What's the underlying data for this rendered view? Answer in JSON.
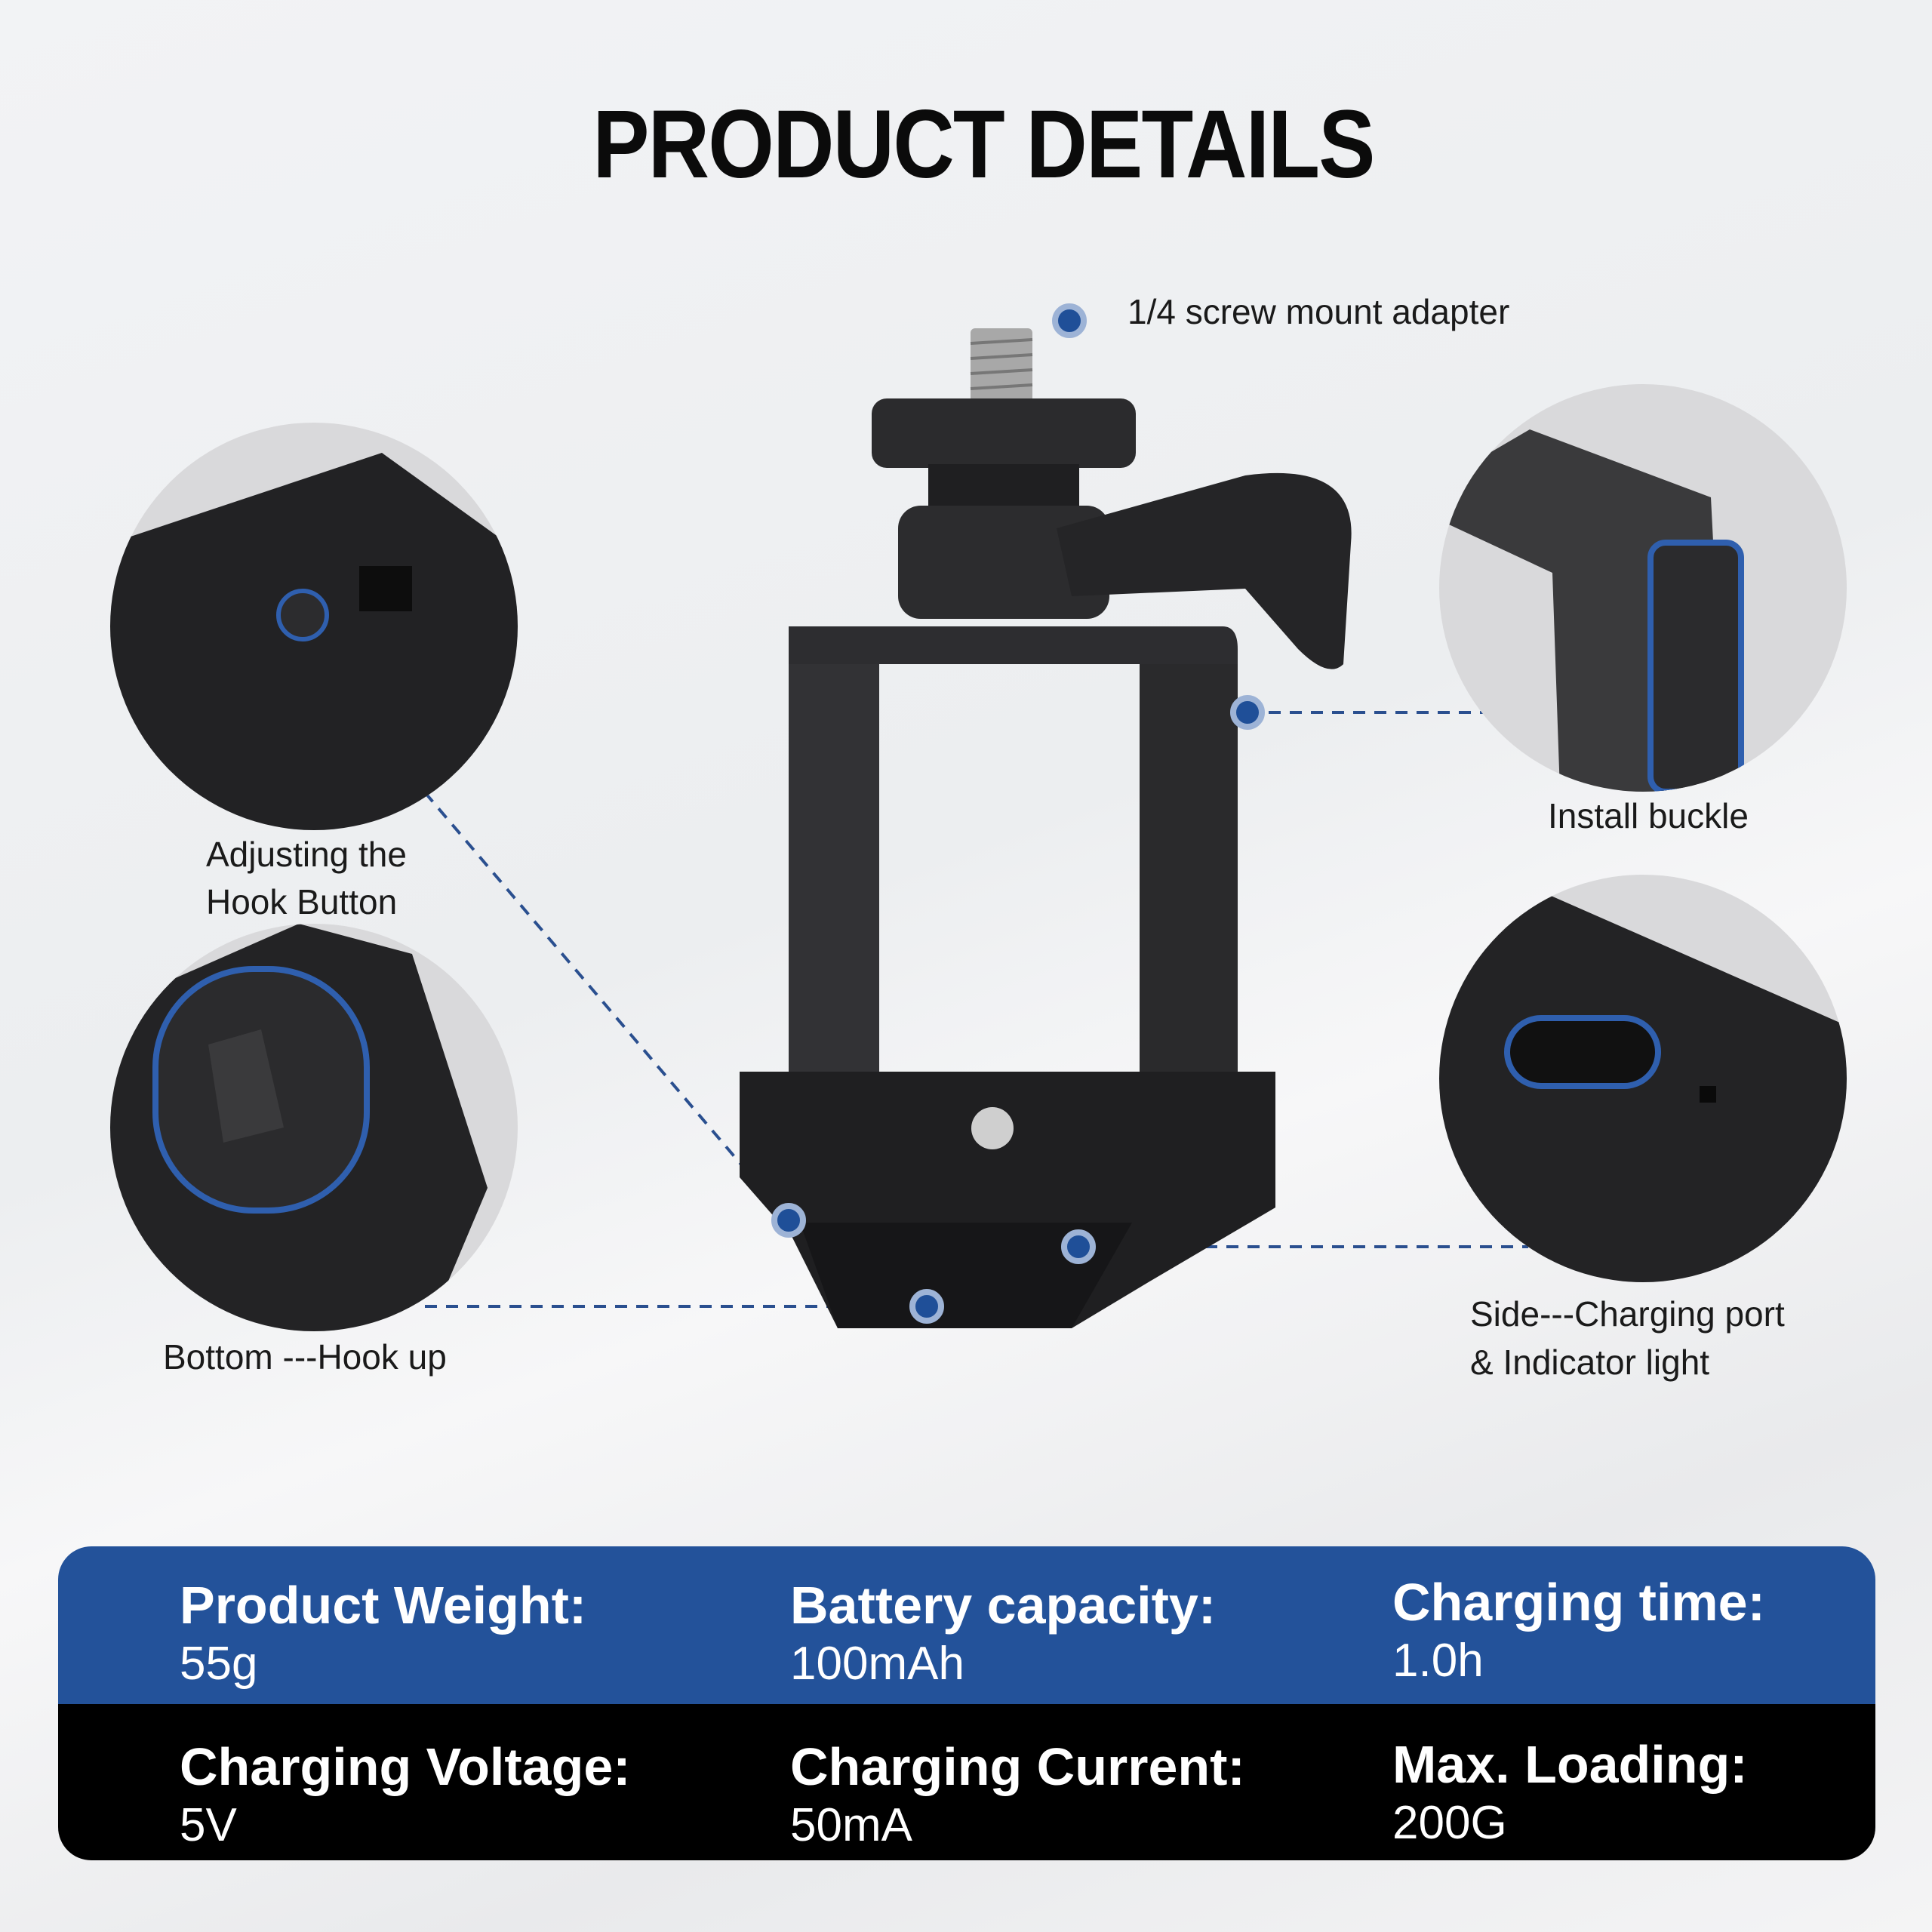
{
  "title": "PRODUCT DETAILS",
  "callouts": {
    "screw": "1/4 screw mount adapter",
    "hook_button_line1": "Adjusting the",
    "hook_button_line2": "Hook Button",
    "bottom": "Bottom ---Hook up",
    "buckle": "Install buckle",
    "side_line1": "Side---Charging port",
    "side_line2": "& Indicator light"
  },
  "specs": [
    [
      {
        "label": "Product Weight:",
        "value": "55g"
      },
      {
        "label": "Battery capacity:",
        "value": "100mAh"
      },
      {
        "label": "Charging time:",
        "value": "1.0h"
      }
    ],
    [
      {
        "label": "Charging Voltage:",
        "value": "5V"
      },
      {
        "label": "Charging Current:",
        "value": "50mA"
      },
      {
        "label": "Max. Loading:",
        "value": "200G"
      }
    ]
  ],
  "colors": {
    "accent_blue": "#23529a",
    "dot_blue": "#1f4f98",
    "row2": "#000000"
  }
}
